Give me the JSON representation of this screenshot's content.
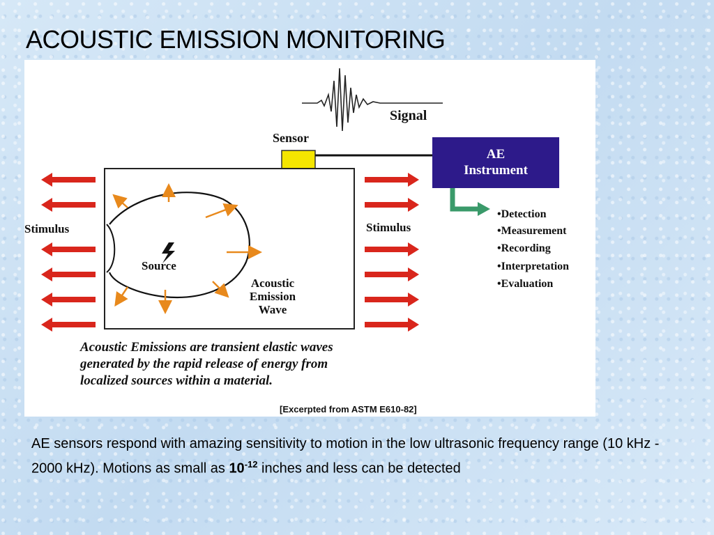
{
  "slide": {
    "title": "ACOUSTIC EMISSION MONITORING"
  },
  "diagram": {
    "signal_label": "Signal",
    "sensor_label": "Sensor",
    "instrument_line1": "AE",
    "instrument_line2": "Instrument",
    "stimulus_left": "Stimulus",
    "stimulus_right": "Stimulus",
    "source_label": "Source",
    "wave_line1": "Acoustic",
    "wave_line2": "Emission",
    "wave_line3": "Wave",
    "outputs": [
      "•Detection",
      "•Measurement",
      "•Recording",
      "•Interpretation",
      "•Evaluation"
    ],
    "definition_lines": [
      "Acoustic Emissions are transient elastic waves",
      "generated by the rapid release of energy from",
      "localized sources within a material."
    ],
    "citation": "[Excerpted from ASTM E610-82]",
    "colors": {
      "instrument_box": "#2d1a8a",
      "sensor": "#f5e600",
      "stimulus_arrow": "#d9261c",
      "wave_arrow": "#e8891c",
      "output_arrow": "#3a9a6a"
    }
  },
  "caption": {
    "text_part1": "AE sensors respond with amazing sensitivity to motion in the low ultrasonic frequency range (10 kHz - 2000 kHz).  Motions as small as ",
    "exponent_base": "10",
    "exponent_power": "-12",
    "text_part2": " inches and less can be detected"
  }
}
